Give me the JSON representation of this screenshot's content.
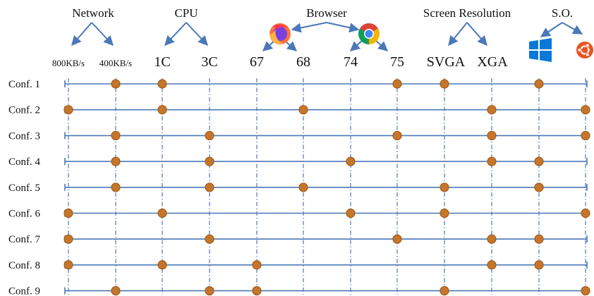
{
  "colors": {
    "line": "#4a78b8",
    "dot_fill": "#c4772c",
    "dot_stroke": "#a55a18",
    "arrow": "#4a78b8"
  },
  "groups": [
    {
      "label": "Network",
      "values": [
        "800KB/s",
        "400KB/s"
      ]
    },
    {
      "label": "CPU",
      "values": [
        "1C",
        "3C"
      ]
    },
    {
      "label": "Browser",
      "values": [
        "67",
        "68",
        "74",
        "75"
      ],
      "icons": [
        "firefox-icon",
        "chrome-icon"
      ]
    },
    {
      "label": "Screen Resolution",
      "values": [
        "SVGA",
        "XGA"
      ]
    },
    {
      "label": "S.O.",
      "values": [],
      "icons": [
        "windows-icon",
        "ubuntu-icon"
      ]
    }
  ],
  "configurations": [
    {
      "label": "Conf. 1",
      "selected": [
        1,
        2,
        7,
        8,
        10
      ]
    },
    {
      "label": "Conf. 2",
      "selected": [
        0,
        2,
        5,
        9,
        11
      ]
    },
    {
      "label": "Conf. 3",
      "selected": [
        1,
        3,
        7,
        9,
        11
      ]
    },
    {
      "label": "Conf. 4",
      "selected": [
        1,
        3,
        6,
        9,
        10
      ]
    },
    {
      "label": "Conf. 5",
      "selected": [
        1,
        3,
        5,
        8,
        10
      ]
    },
    {
      "label": "Conf. 6",
      "selected": [
        0,
        2,
        6,
        8,
        11
      ]
    },
    {
      "label": "Conf. 7",
      "selected": [
        0,
        3,
        7,
        9,
        10
      ]
    },
    {
      "label": "Conf. 8",
      "selected": [
        0,
        2,
        4,
        9,
        10
      ]
    },
    {
      "label": "Conf. 9",
      "selected": [
        1,
        3,
        4,
        8,
        11
      ]
    }
  ]
}
